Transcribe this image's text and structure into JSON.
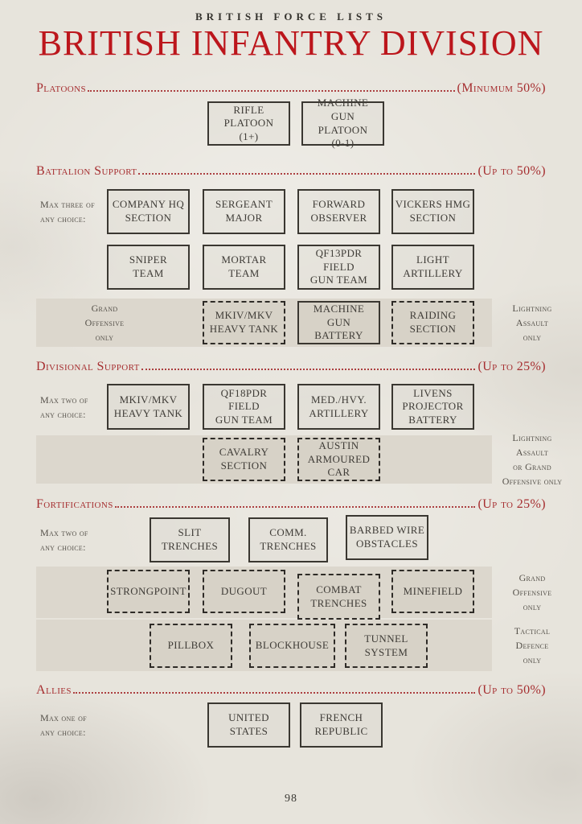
{
  "page": {
    "eyebrow": "BRITISH FORCE LISTS",
    "title": "BRITISH INFANTRY DIVISION",
    "page_number": "98"
  },
  "colors": {
    "title_red": "#bc161c",
    "section_red": "#a62e30",
    "band_fill": "#dcd7cd",
    "page_background": "#e7e4dc",
    "box_border": "#3a3731",
    "box_text": "#3f3c37",
    "muted_note": "#55514a"
  },
  "sections": [
    {
      "id": "platoons",
      "title": "Platoons",
      "limit": "(Minumum 50%)",
      "rows": [
        {
          "boxes": [
            {
              "lines": [
                "RIFLE",
                "PLATOON",
                "(1+)"
              ],
              "style": "solid"
            },
            {
              "lines": [
                "MACHINE GUN",
                "PLATOON",
                "(0-1)"
              ],
              "style": "solid"
            }
          ]
        }
      ]
    },
    {
      "id": "battalion-support",
      "title": "Battalion Support",
      "limit": "(Up to 50%)",
      "note": [
        "Max three of",
        "any choice:"
      ],
      "rows": [
        {
          "boxes": [
            {
              "lines": [
                "COMPANY HQ",
                "SECTION"
              ],
              "style": "solid"
            },
            {
              "lines": [
                "SERGEANT",
                "MAJOR"
              ],
              "style": "solid"
            },
            {
              "lines": [
                "FORWARD",
                "OBSERVER"
              ],
              "style": "solid"
            },
            {
              "lines": [
                "VICKERS HMG",
                "SECTION"
              ],
              "style": "solid"
            }
          ]
        },
        {
          "boxes": [
            {
              "lines": [
                "SNIPER",
                "TEAM"
              ],
              "style": "solid"
            },
            {
              "lines": [
                "MORTAR",
                "TEAM"
              ],
              "style": "solid"
            },
            {
              "lines": [
                "QF13PDR FIELD",
                "GUN TEAM"
              ],
              "style": "solid"
            },
            {
              "lines": [
                "LIGHT",
                "ARTILLERY"
              ],
              "style": "solid"
            }
          ]
        },
        {
          "band": true,
          "left_note": [
            "Grand",
            "Offensive",
            "only"
          ],
          "right_note": [
            "Lightning",
            "Assault",
            "only"
          ],
          "boxes": [
            {
              "lines": [
                "MKIV/MKV",
                "HEAVY TANK"
              ],
              "style": "dashed"
            },
            {
              "lines": [
                "MACHINE GUN",
                "BATTERY"
              ],
              "style": "solid"
            },
            {
              "lines": [
                "RAIDING",
                "SECTION"
              ],
              "style": "dashed"
            }
          ]
        }
      ]
    },
    {
      "id": "divisional-support",
      "title": "Divisional Support",
      "limit": "(Up to 25%)",
      "note": [
        "Max two of",
        "any choice:"
      ],
      "rows": [
        {
          "boxes": [
            {
              "lines": [
                "MKIV/MKV",
                "HEAVY TANK"
              ],
              "style": "solid"
            },
            {
              "lines": [
                "QF18PDR FIELD",
                "GUN TEAM"
              ],
              "style": "solid"
            },
            {
              "lines": [
                "MED./HVY.",
                "ARTILLERY"
              ],
              "style": "solid"
            },
            {
              "lines": [
                "LIVENS",
                "PROJECTOR",
                "BATTERY"
              ],
              "style": "solid"
            }
          ]
        },
        {
          "band": true,
          "right_note": [
            "Lightning",
            "Assault",
            "or Grand",
            "Offensive only"
          ],
          "boxes": [
            {
              "lines": [
                "CAVALRY",
                "SECTION"
              ],
              "style": "dashed"
            },
            {
              "lines": [
                "AUSTIN",
                "ARMOURED",
                "CAR"
              ],
              "style": "dashed"
            }
          ]
        }
      ]
    },
    {
      "id": "fortifications",
      "title": "Fortifications",
      "limit": "(Up to 25%)",
      "note": [
        "Max two of",
        "any choice:"
      ],
      "rows": [
        {
          "boxes": [
            {
              "lines": [
                "SLIT",
                "TRENCHES"
              ],
              "style": "solid"
            },
            {
              "lines": [
                "COMM.",
                "TRENCHES"
              ],
              "style": "solid"
            },
            {
              "lines": [
                "BARBED WIRE",
                "OBSTACLES"
              ],
              "style": "solid"
            }
          ]
        },
        {
          "band": true,
          "right_note": [
            "Grand",
            "Offensive",
            "only"
          ],
          "boxes": [
            {
              "lines": [
                "STRONGPOINT"
              ],
              "style": "dashed"
            },
            {
              "lines": [
                "DUGOUT"
              ],
              "style": "dashed"
            },
            {
              "lines": [
                "COMBAT",
                "TRENCHES"
              ],
              "style": "dashed"
            },
            {
              "lines": [
                "MINEFIELD"
              ],
              "style": "dashed"
            }
          ]
        },
        {
          "band": true,
          "right_note": [
            "Tactical",
            "Defence",
            "only"
          ],
          "boxes": [
            {
              "lines": [
                "PILLBOX"
              ],
              "style": "dashed"
            },
            {
              "lines": [
                "BLOCKHOUSE"
              ],
              "style": "dashed"
            },
            {
              "lines": [
                "TUNNEL",
                "SYSTEM"
              ],
              "style": "dashed"
            }
          ]
        }
      ]
    },
    {
      "id": "allies",
      "title": "Allies",
      "limit": "(Up to 50%)",
      "note": [
        "Max one of",
        "any choice:"
      ],
      "rows": [
        {
          "boxes": [
            {
              "lines": [
                "UNITED",
                "STATES"
              ],
              "style": "solid"
            },
            {
              "lines": [
                "FRENCH",
                "REPUBLIC"
              ],
              "style": "solid"
            }
          ]
        }
      ]
    }
  ]
}
